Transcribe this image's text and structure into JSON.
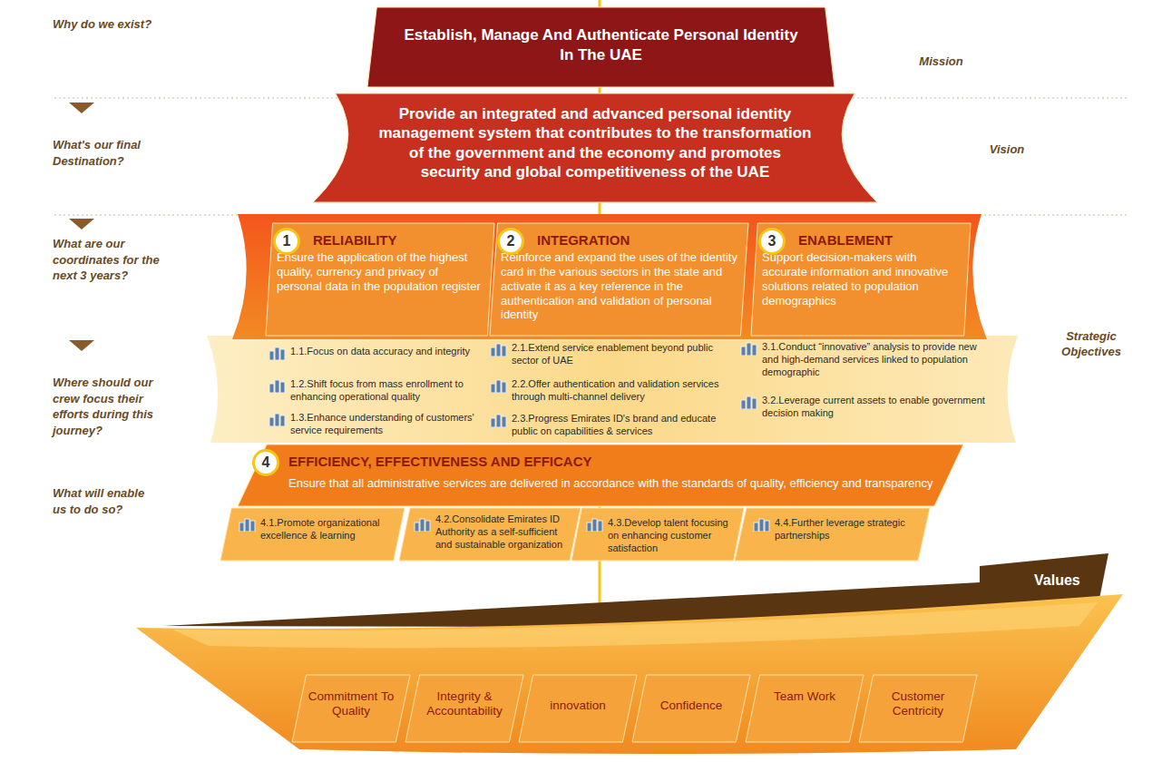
{
  "diagram": {
    "nodes": [
      {
        "text": [
          "Establish, Manage And Authenticate Personal Identity In The UAE"
        ]
      },
      {
        "text": [
          "Provide an integrated and advanced personal identity management system that contributes to the transformation of the government and the economy and promotes security and global competitiveness of the UAE"
        ]
      },
      {
        "text": [
          "RELIABILITY",
          "Ensure the application of the highest quality, currency and privacy of personal data in the population register"
        ]
      },
      {
        "text": [
          "1"
        ],
        "in": 2
      },
      {
        "text": [
          "INTEGRATION",
          "Reinforce and expand the uses of the identity card in the various sectors in the state and activate it as a key reference in the authentication and validation of personal identity"
        ]
      },
      {
        "text": [
          "2"
        ],
        "in": 4
      },
      {
        "text": [
          "ENABLEMENT",
          "Support decision-makers with accurate information and innovative solutions related to population demographics"
        ]
      },
      {
        "text": [
          "3"
        ],
        "in": 6
      },
      {
        "text": [
          "EFFICIENCY, EFFECTIVENESS AND EFFICACY",
          "Ensure that all administrative services are delivered in accordance with the standards of quality, efficiency and transparency"
        ]
      },
      {
        "text": [
          "4"
        ],
        "in": 8
      },
      {
        "text": [
          "4.1.Promote organizational excellence & learning"
        ]
      },
      {
        "text": [
          "4.2.Consolidate Emirates ID Authority as a self-sufficient and sustainable organization"
        ]
      },
      {
        "text": [
          "4.3.Develop talent focusing on enhancing customer satisfaction"
        ]
      },
      {
        "text": [
          "4.4.Further leverage strategic partnerships"
        ]
      },
      {
        "text": [
          "Commitment To Quality"
        ]
      },
      {
        "text": [
          "Integrity & Accountability"
        ]
      },
      {
        "text": [
          "innovation"
        ]
      },
      {
        "text": [
          "Confidence"
        ]
      },
      {
        "text": [
          "Team Work"
        ]
      },
      {
        "text": [
          "Customer Centricity"
        ]
      }
    ],
    "labels": [
      "Why do we exist?",
      "What's our final Destination?",
      "What are our coordinates for the next 3 years?",
      "Where should our crew focus their efforts during this journey?",
      "What will enable us to do so?",
      "Mission",
      "Vision",
      "Strategic Objectives",
      "Values",
      "1.1.Focus on data accuracy and integrity",
      "1.2.Shift focus from mass enrollment to enhancing operational quality",
      "1.3.Enhance understanding of customers' service requirements",
      "2.1.Extend service enablement beyond public sector of UAE",
      "2.2.Offer authentication and validation services through multi-channel delivery",
      "2.3.Progress Emirates ID's brand and educate public on capabilities & services",
      "3.1.Conduct “innovative” analysis to provide new and high-demand services linked to population demographic",
      "3.2.Leverage current assets to enable government decision making"
    ]
  }
}
